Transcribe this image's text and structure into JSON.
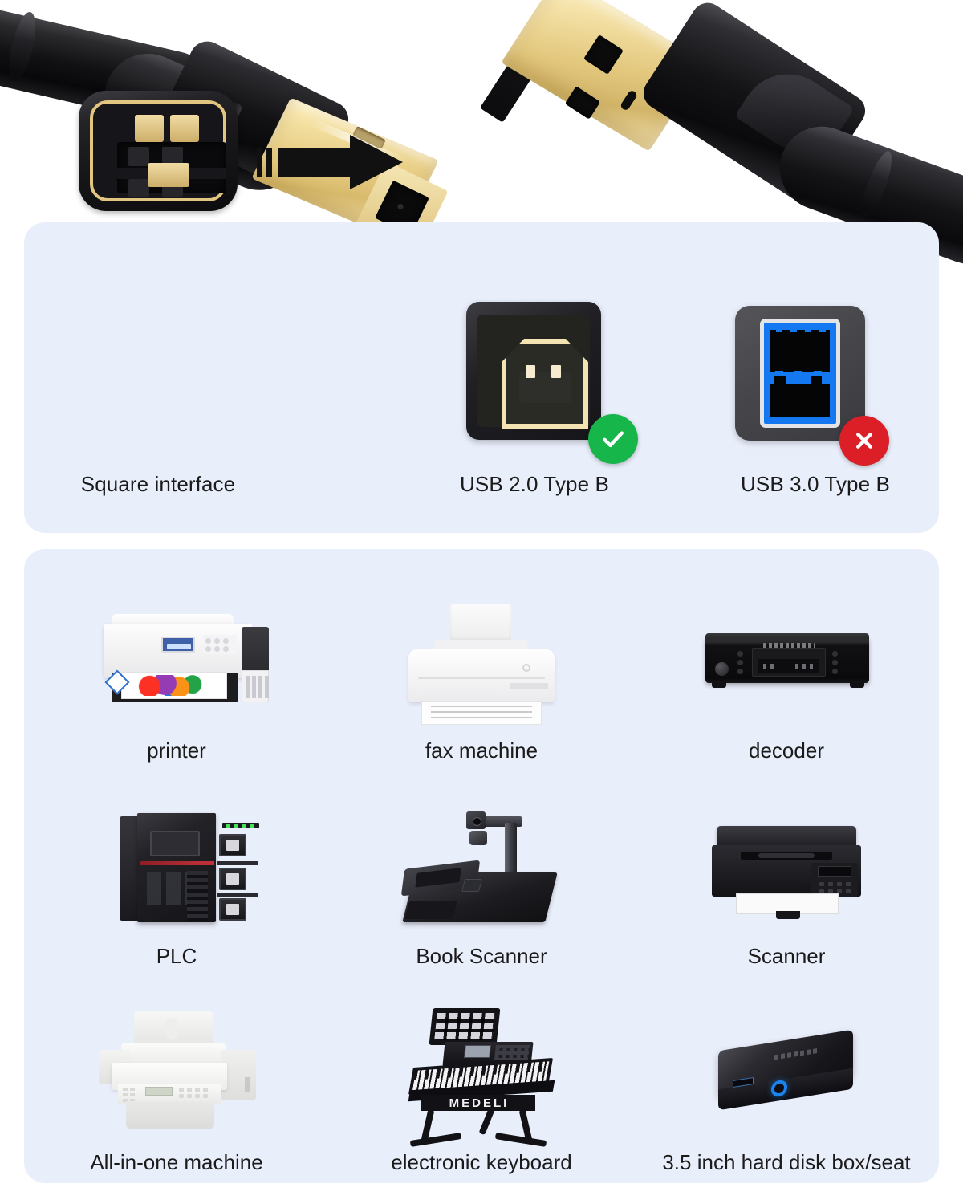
{
  "hero": {
    "left_connector": {
      "name": "USB 2.0 Type B male plug",
      "shell_color": "#e6cb82",
      "housing_color": "#121214"
    },
    "right_connector": {
      "name": "USB 2.0 Type A male plug",
      "shell_color": "#e3c87e",
      "housing_color": "#141416"
    }
  },
  "compatibility": {
    "items": [
      {
        "label": "Square interface",
        "icon": "usb-type-b-connector-head-icon",
        "status": null
      },
      {
        "label": "USB 2.0 Type B",
        "icon": "usb-2-type-b-port-icon",
        "status": "compatible",
        "badge": "check-icon",
        "badge_color": "#17b64a"
      },
      {
        "label": "USB 3.0 Type B",
        "icon": "usb-3-type-b-port-icon",
        "status": "incompatible",
        "badge": "cross-icon",
        "badge_color": "#dc1f26"
      }
    ],
    "arrow": "right-arrow-icon"
  },
  "devices": {
    "items": [
      {
        "label": "printer",
        "icon": "printer-icon"
      },
      {
        "label": "fax machine",
        "icon": "fax-machine-icon"
      },
      {
        "label": "decoder",
        "icon": "decoder-icon"
      },
      {
        "label": "PLC",
        "icon": "plc-icon"
      },
      {
        "label": "Book Scanner",
        "icon": "book-scanner-icon"
      },
      {
        "label": "Scanner",
        "icon": "scanner-icon"
      },
      {
        "label": "All-in-one machine",
        "icon": "all-in-one-machine-icon"
      },
      {
        "label": "electronic keyboard",
        "icon": "electronic-keyboard-icon"
      },
      {
        "label": "3.5 inch hard disk box/seat",
        "icon": "hard-disk-enclosure-icon"
      }
    ],
    "keyboard_brand": "MEDELI"
  },
  "colors": {
    "panel_background": "#e9eefb",
    "page_background": "#ffffff",
    "text": "#1b1b1b",
    "gold": "#e6cb82",
    "usb3_blue": "#1478f0",
    "success_green": "#17b64a",
    "error_red": "#dc1f26"
  }
}
